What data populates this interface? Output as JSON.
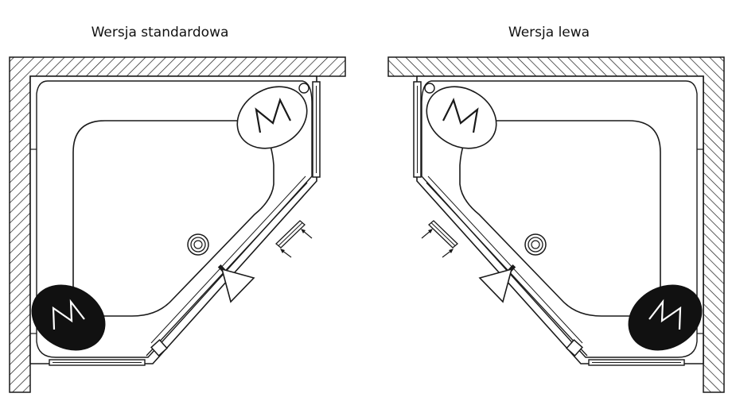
{
  "captions": {
    "standard": "Wersja standardowa",
    "left": "Wersja lewa"
  },
  "seat_letter": "M",
  "colors": {
    "stroke": "#1a1a1a",
    "dark_seat": "#111111",
    "background": "#ffffff"
  }
}
